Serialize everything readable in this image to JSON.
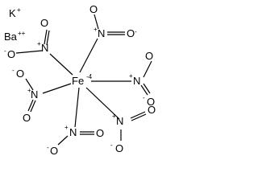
{
  "counter_ions": [
    {
      "symbol": "K",
      "charge": "+"
    },
    {
      "symbol": "Ba",
      "charge": "++"
    }
  ],
  "central_atom": {
    "symbol": "Fe",
    "charge": "-4"
  },
  "ligands": [
    {
      "text": "NO2",
      "n": "N",
      "charge_n": "+",
      "o_single": "O",
      "charge_o": "-",
      "o_double": "O"
    },
    {
      "text": "NO2",
      "n": "N",
      "charge_n": "+",
      "o_single": "O",
      "charge_o": "-",
      "o_double": "O"
    },
    {
      "text": "NO2",
      "n": "N",
      "charge_n": "+",
      "o_single": "O",
      "charge_o": "-",
      "o_double": "O"
    },
    {
      "text": "NO2",
      "n": "N",
      "charge_n": "+",
      "o_single": "O",
      "charge_o": "-",
      "o_double": "O"
    },
    {
      "text": "NO2",
      "n": "N",
      "charge_n": "+",
      "o_single": "O",
      "charge_o": "-",
      "o_double": "O"
    },
    {
      "text": "NO2",
      "n": "N",
      "charge_n": "+",
      "o_single": "O",
      "charge_o": "-",
      "o_double": "O"
    }
  ],
  "colors": {
    "ink": "#000000",
    "background": "#ffffff"
  }
}
